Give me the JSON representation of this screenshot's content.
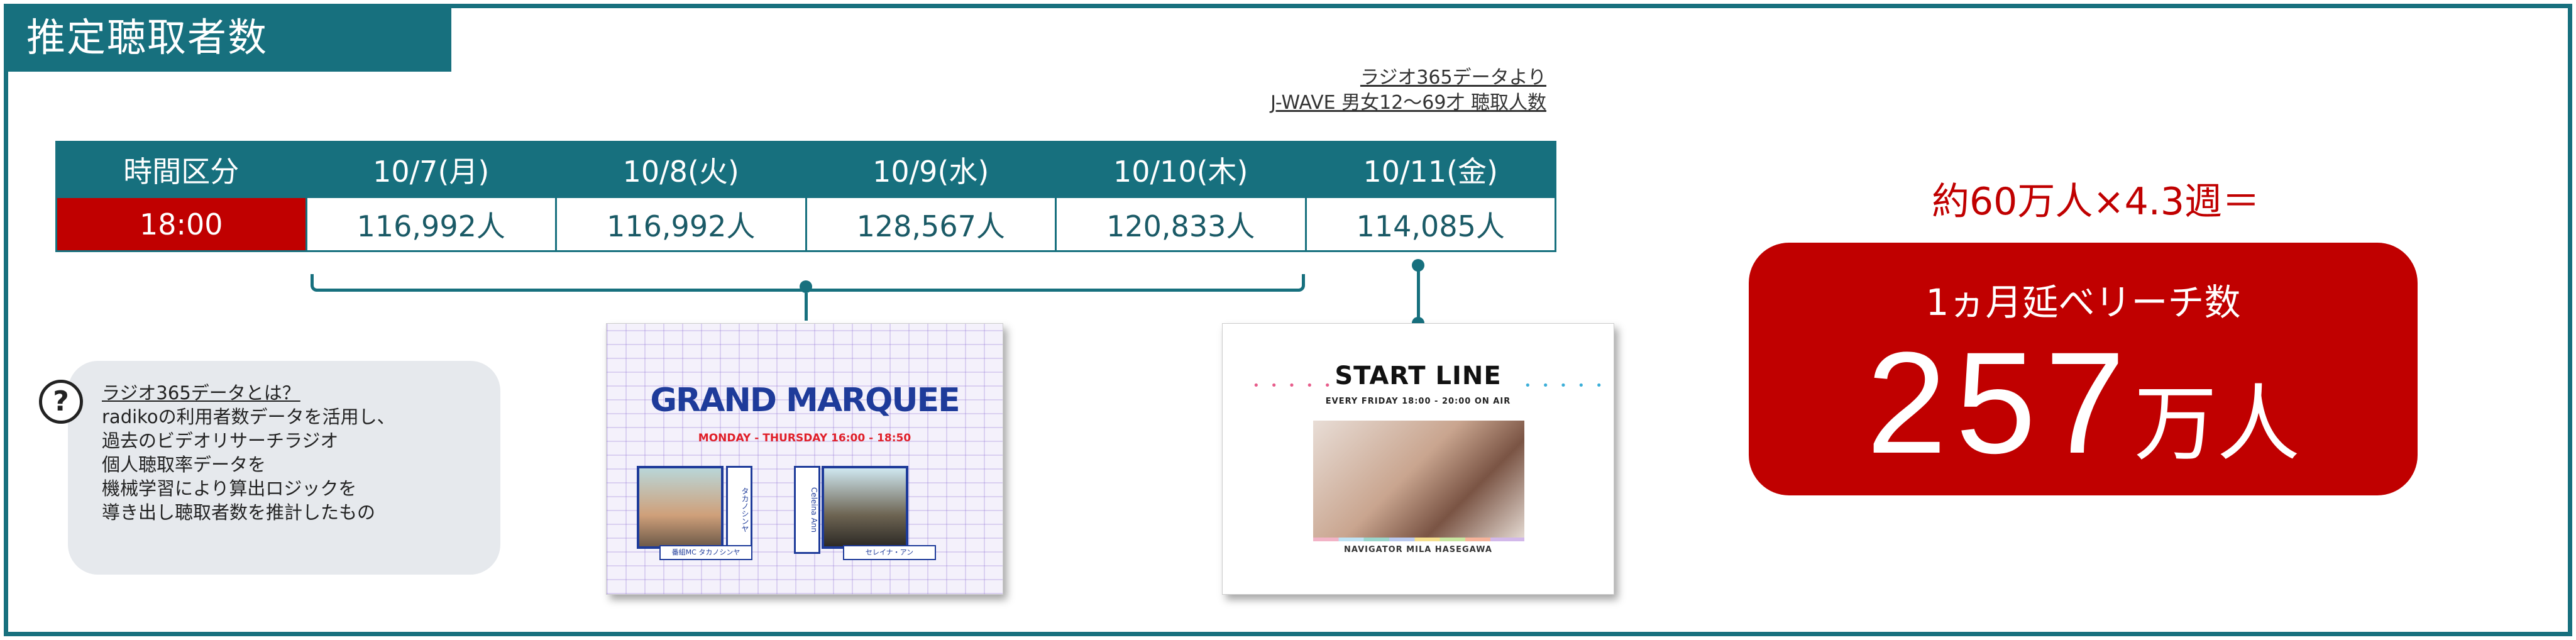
{
  "header": {
    "title": "推定聴取者数"
  },
  "source": {
    "line1": "ラジオ365データより",
    "line2": "J-WAVE 男女12～69才 聴取人数"
  },
  "table": {
    "headers": [
      "時間区分",
      "10/7(月)",
      "10/8(火)",
      "10/9(水)",
      "10/10(木)",
      "10/11(金)"
    ],
    "row": {
      "time": "18:00",
      "values": [
        "116,992人",
        "116,992人",
        "128,567人",
        "120,833人",
        "114,085人"
      ]
    }
  },
  "info": {
    "icon": "question-icon",
    "icon_glyph": "?",
    "title": "ラジオ365データとは？",
    "lines": [
      "radikoの利用者数データを活用し、",
      "過去のビデオリサーチラジオ",
      "個人聴取率データを",
      "機械学習により算出ロジックを",
      "導き出し聴取者数を推計したもの"
    ]
  },
  "programs": {
    "grand_marquee": {
      "title": "GRAND MARQUEE",
      "schedule": "MONDAY - THURSDAY  16:00 - 18:50",
      "host1_vertical": "タカノシンヤ",
      "host2_vertical": "Celeina Ann",
      "host1_name": "番組MC タカノシンヤ",
      "host2_name": "セレイナ・アン"
    },
    "start_line": {
      "title": "START LINE",
      "schedule": "EVERY FRIDAY  18:00 - 20:00  ON AIR",
      "navigator": "NAVIGATOR  MILA HASEGAWA",
      "dots": "• • • • •"
    }
  },
  "summary": {
    "formula": "約60万人×4.3週＝",
    "label": "1ヵ月延べリーチ数",
    "number": "257",
    "unit": "万人"
  },
  "colors": {
    "teal": "#17707e",
    "red": "#c00000",
    "info_bg": "#e6e9ed"
  }
}
